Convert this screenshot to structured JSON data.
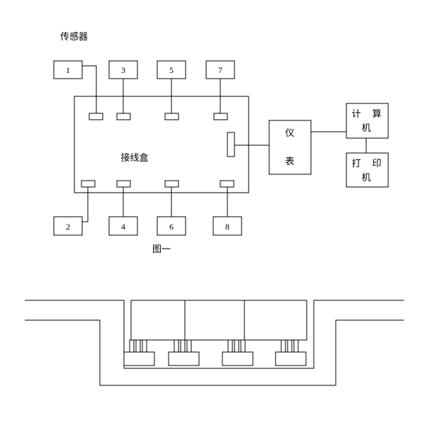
{
  "diagram": {
    "caption": "图一",
    "sensor_group_label": "传感器",
    "junction_box_label": "接线盒",
    "sensors_top": [
      "1",
      "3",
      "5",
      "7"
    ],
    "sensors_bottom": [
      "2",
      "4",
      "6",
      "8"
    ],
    "meter_label_top": "仪",
    "meter_label_bottom": "表",
    "computer_label_a": "计",
    "computer_label_b": "算",
    "computer_label_c": "机",
    "printer_label_a": "打",
    "printer_label_b": "印",
    "printer_label_c": "机"
  }
}
